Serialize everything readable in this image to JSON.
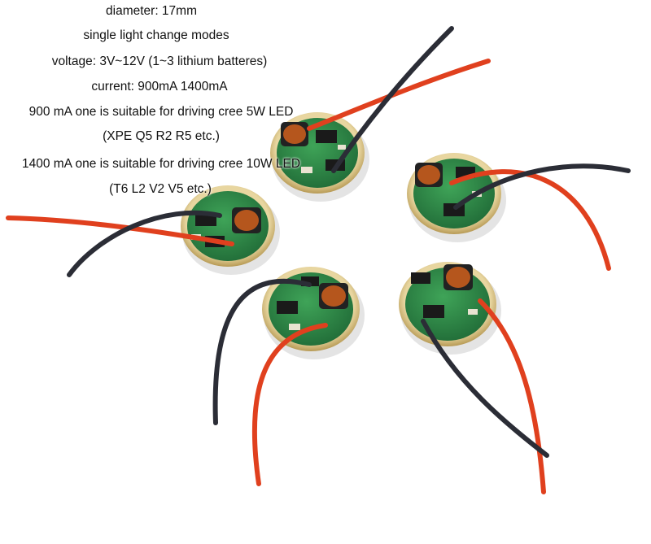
{
  "specs": {
    "lines": [
      "diameter: 17mm",
      "single  light change modes",
      "voltage: 3V~12V (1~3 lithium batteres)",
      "current: 900mA  1400mA",
      "900 mA  one is suitable for driving cree  5W  LED",
      "(XPE  Q5  R2  R5 etc.)",
      "1400 mA  one is suitable for driving cree  10W  LED",
      "(T6  L2  V2  V5 etc.)"
    ]
  },
  "colors": {
    "background": "#ffffff",
    "pcb_green": "#2f8a45",
    "pcb_ring": "#d8c28a",
    "wire_red": "#e0401e",
    "wire_black": "#2b2d36"
  },
  "icons": [
    "led-driver-board-icon"
  ]
}
